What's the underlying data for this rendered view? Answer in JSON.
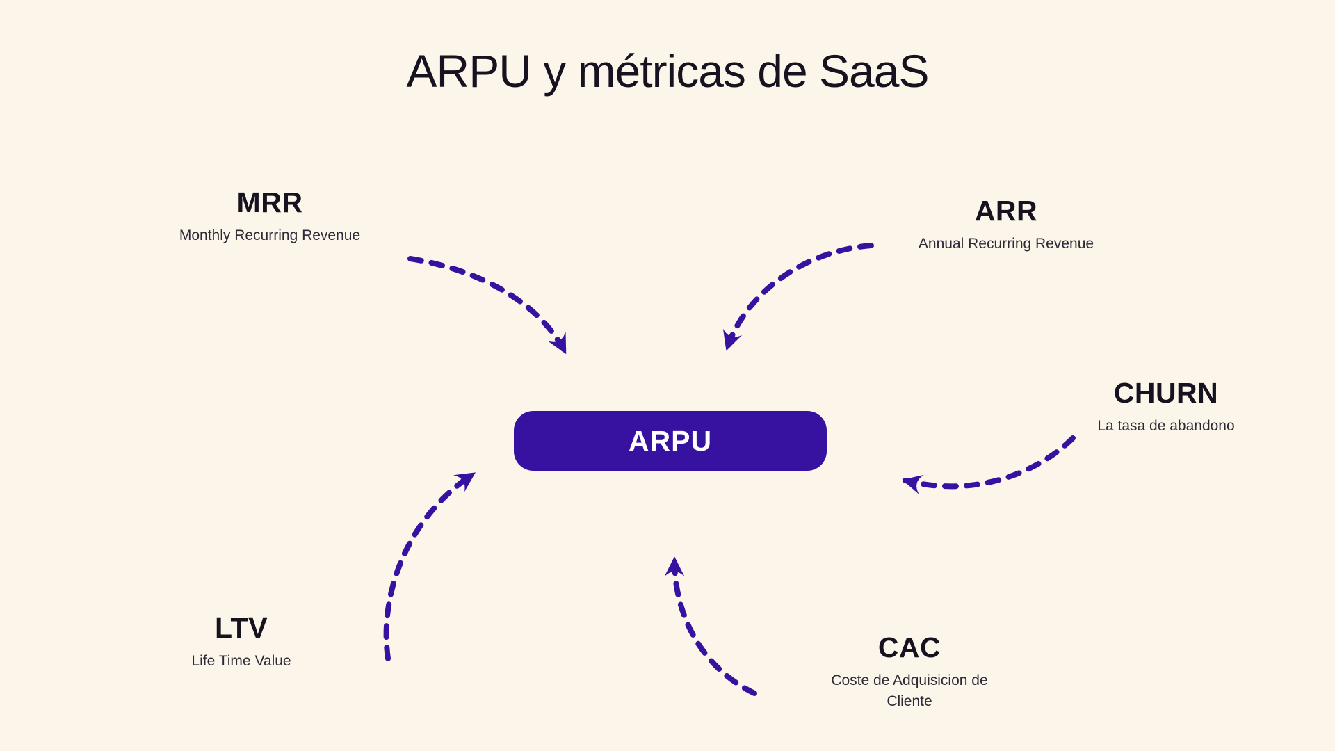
{
  "title": "ARPU y métricas de SaaS",
  "center": {
    "label": "ARPU"
  },
  "metrics": [
    {
      "id": "mrr",
      "abbr": "MRR",
      "description": "Monthly Recurring Revenue"
    },
    {
      "id": "arr",
      "abbr": "ARR",
      "description": "Annual Recurring Revenue"
    },
    {
      "id": "churn",
      "abbr": "CHURN",
      "description": "La tasa de abandono"
    },
    {
      "id": "ltv",
      "abbr": "LTV",
      "description": "Life Time Value"
    },
    {
      "id": "cac",
      "abbr": "CAC",
      "description": "Coste de Adquisicion de Cliente"
    }
  ],
  "colors": {
    "background": "#FBF5EA",
    "accent": "#3712A0",
    "ink": "#17121F",
    "subtitle": "#2E2837",
    "center_text": "#FFFFFF"
  }
}
